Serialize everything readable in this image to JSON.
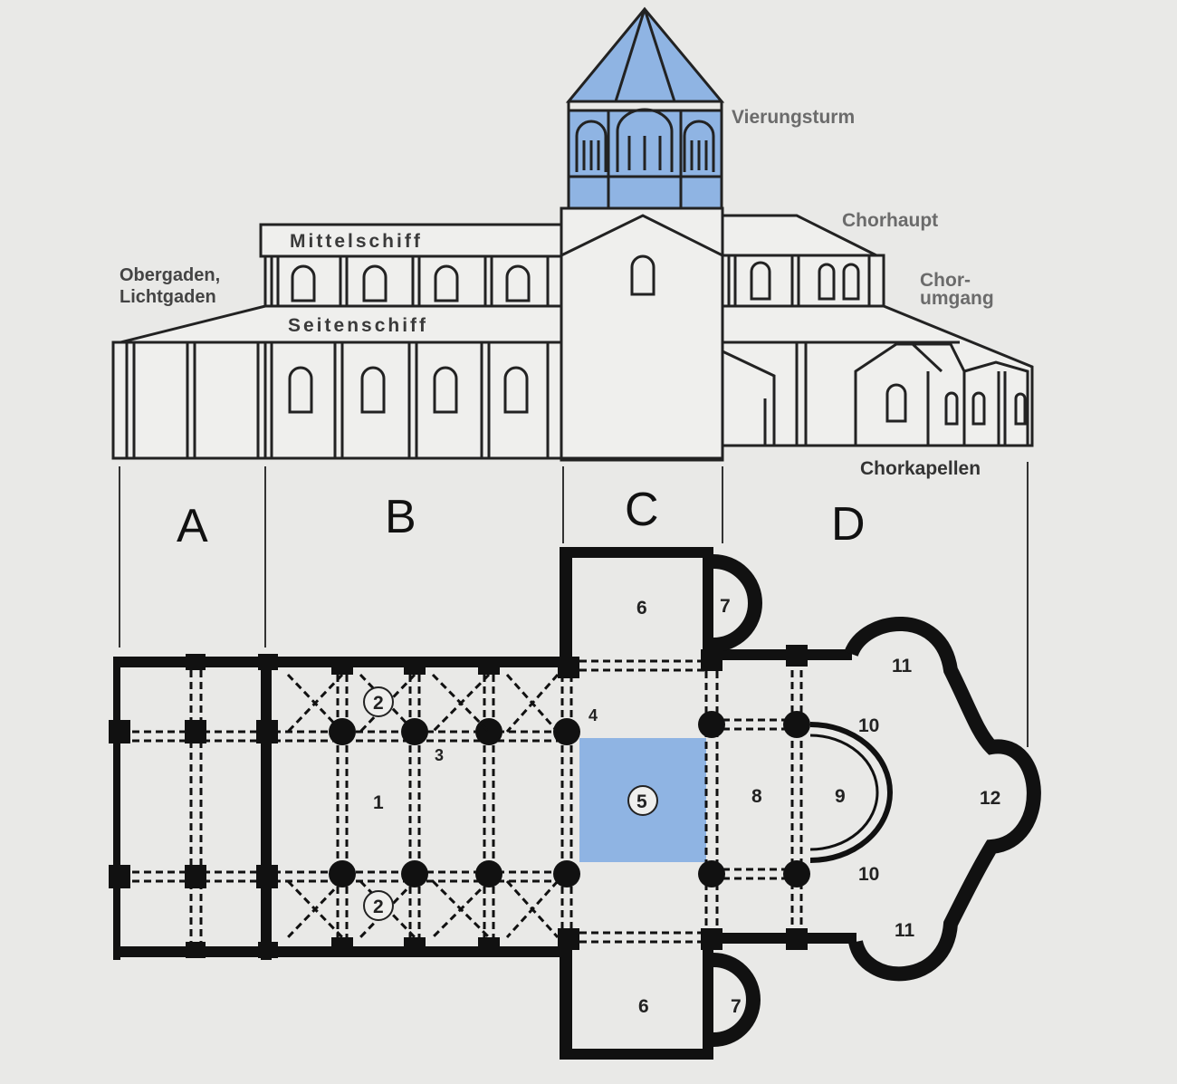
{
  "elevation_labels": {
    "vierungsturm": "Vierungsturm",
    "chorhaupt": "Chorhaupt",
    "mittelschiff": "Mittelschiff",
    "obergaden_1": "Obergaden,",
    "obergaden_2": "Lichtgaden",
    "chorumgang_1": "Chor-",
    "chorumgang_2": "umgang",
    "seitenschiff": "Seitenschiff",
    "chorkapellen": "Chorkapellen"
  },
  "sections": {
    "a": "A",
    "b": "B",
    "c": "C",
    "d": "D"
  },
  "plan_numbers": {
    "n1": "1",
    "n2a": "2",
    "n2b": "2",
    "n3": "3",
    "n4": "4",
    "n5": "5",
    "n6a": "6",
    "n6b": "6",
    "n7a": "7",
    "n7b": "7",
    "n8": "8",
    "n9": "9",
    "n10a": "10",
    "n10b": "10",
    "n11a": "11",
    "n11b": "11",
    "n12": "12"
  },
  "colors": {
    "highlight": "#8fb4e3",
    "line": "#222222",
    "background": "#e9e9e7"
  }
}
